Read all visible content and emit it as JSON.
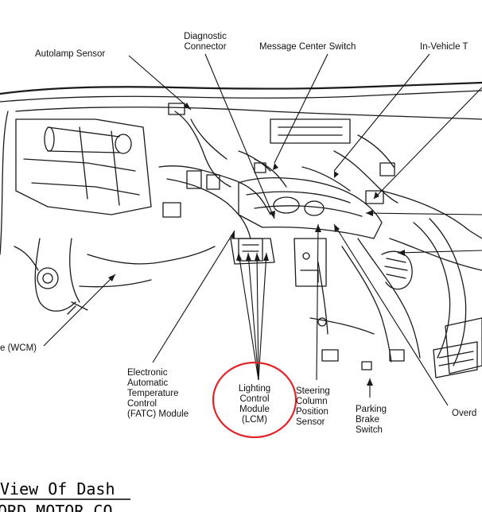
{
  "labels": {
    "autolamp": "Autolamp Sensor",
    "diag1": "Diagnostic",
    "diag2": "Connector",
    "msg": "Message Center Switch",
    "invehicle": "In-Vehicle T",
    "wcm": "e (WCM)",
    "fatc1": "Electronic",
    "fatc2": "Automatic",
    "fatc3": "Temperature",
    "fatc4": "Control",
    "fatc5": "(FATC) Module",
    "lcm1": "Lighting",
    "lcm2": "Control",
    "lcm3": "Module",
    "lcm4": "(LCM)",
    "scp1": "Steering",
    "scp2": "Column",
    "scp3": "Position",
    "scp4": "Sensor",
    "pb1": "Parking",
    "pb2": "Brake",
    "pb3": "Switch",
    "overd": "Overd"
  },
  "caption": {
    "title": "View Of Dash",
    "source": "ORD MOTOR CO"
  },
  "highlight_color": "#e0242a"
}
